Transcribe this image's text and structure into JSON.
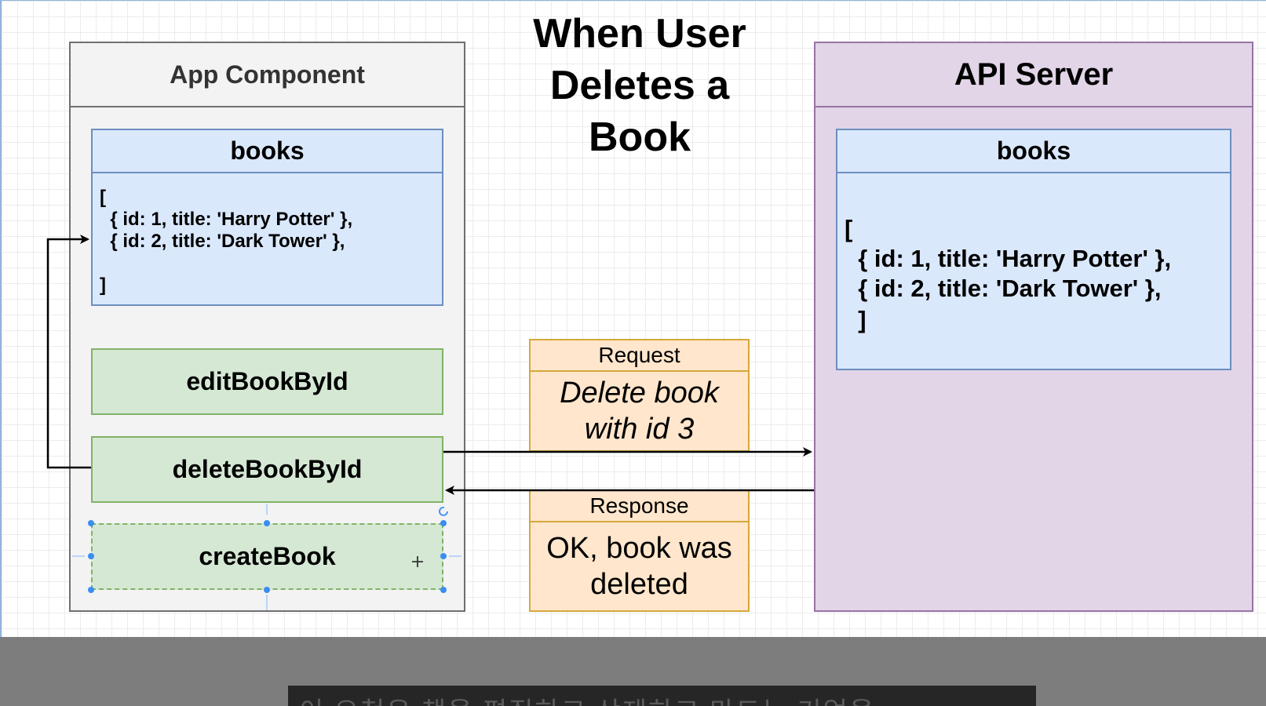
{
  "title": "When User Deletes a Book",
  "app_component": {
    "header": "App Component",
    "books": {
      "title": "books",
      "lines": [
        "[",
        "  { id: 1, title: 'Harry Potter' },",
        "  { id: 2, title: 'Dark Tower' },",
        "]"
      ]
    },
    "functions": [
      "editBookById",
      "deleteBookById",
      "createBook"
    ]
  },
  "api_server": {
    "header": "API Server",
    "books": {
      "title": "books",
      "lines": [
        "[",
        "  { id: 1, title: 'Harry Potter' },",
        "  { id: 2, title: 'Dark Tower' },",
        "  ]"
      ]
    }
  },
  "request": {
    "label": "Request",
    "body": "Delete book with id 3"
  },
  "response": {
    "label": "Response",
    "body": "OK, book was deleted"
  },
  "subtitle": "이 요청은 책을 편집하고 삭제하고 만드는 기업을"
}
